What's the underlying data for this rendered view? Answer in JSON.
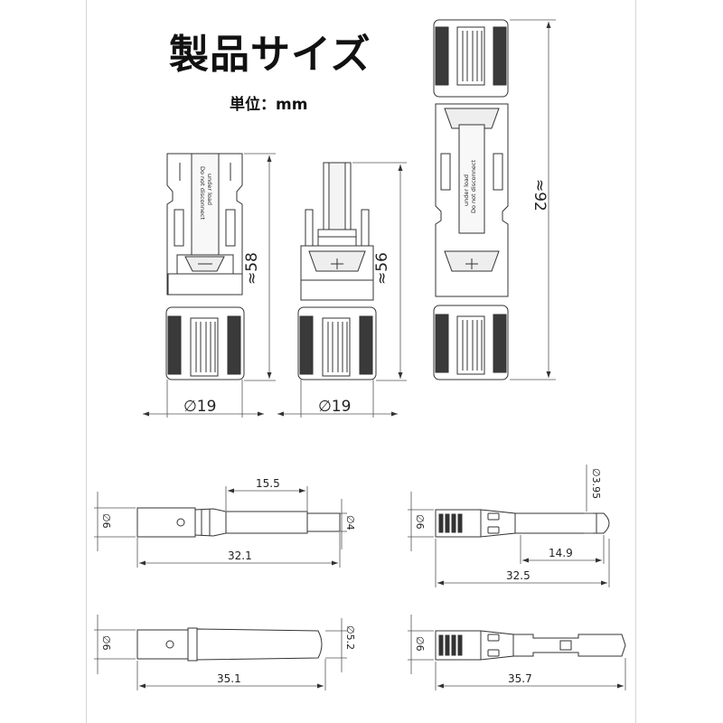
{
  "title": "製品サイズ",
  "unit_label": "単位：mm",
  "warning_text": [
    "Do not disconnect",
    "under load"
  ],
  "connectors": {
    "female": {
      "length": "≈58",
      "diameter": "∅19"
    },
    "male": {
      "length": "≈56",
      "diameter": "∅19"
    },
    "assembled": {
      "length": "≈92"
    }
  },
  "pins": {
    "pin1": {
      "overall": "32.1",
      "tip": "15.5",
      "body_dia": "∅6",
      "tip_dia": "∅4"
    },
    "pin2": {
      "overall": "32.5",
      "tip": "14.9",
      "body_dia": "∅6",
      "tip_dia": "∅3.95"
    },
    "pin3": {
      "overall": "35.1",
      "body_dia": "∅6",
      "tip_dia": "∅5.2"
    },
    "pin4": {
      "overall": "35.7",
      "body_dia": "∅6"
    }
  }
}
